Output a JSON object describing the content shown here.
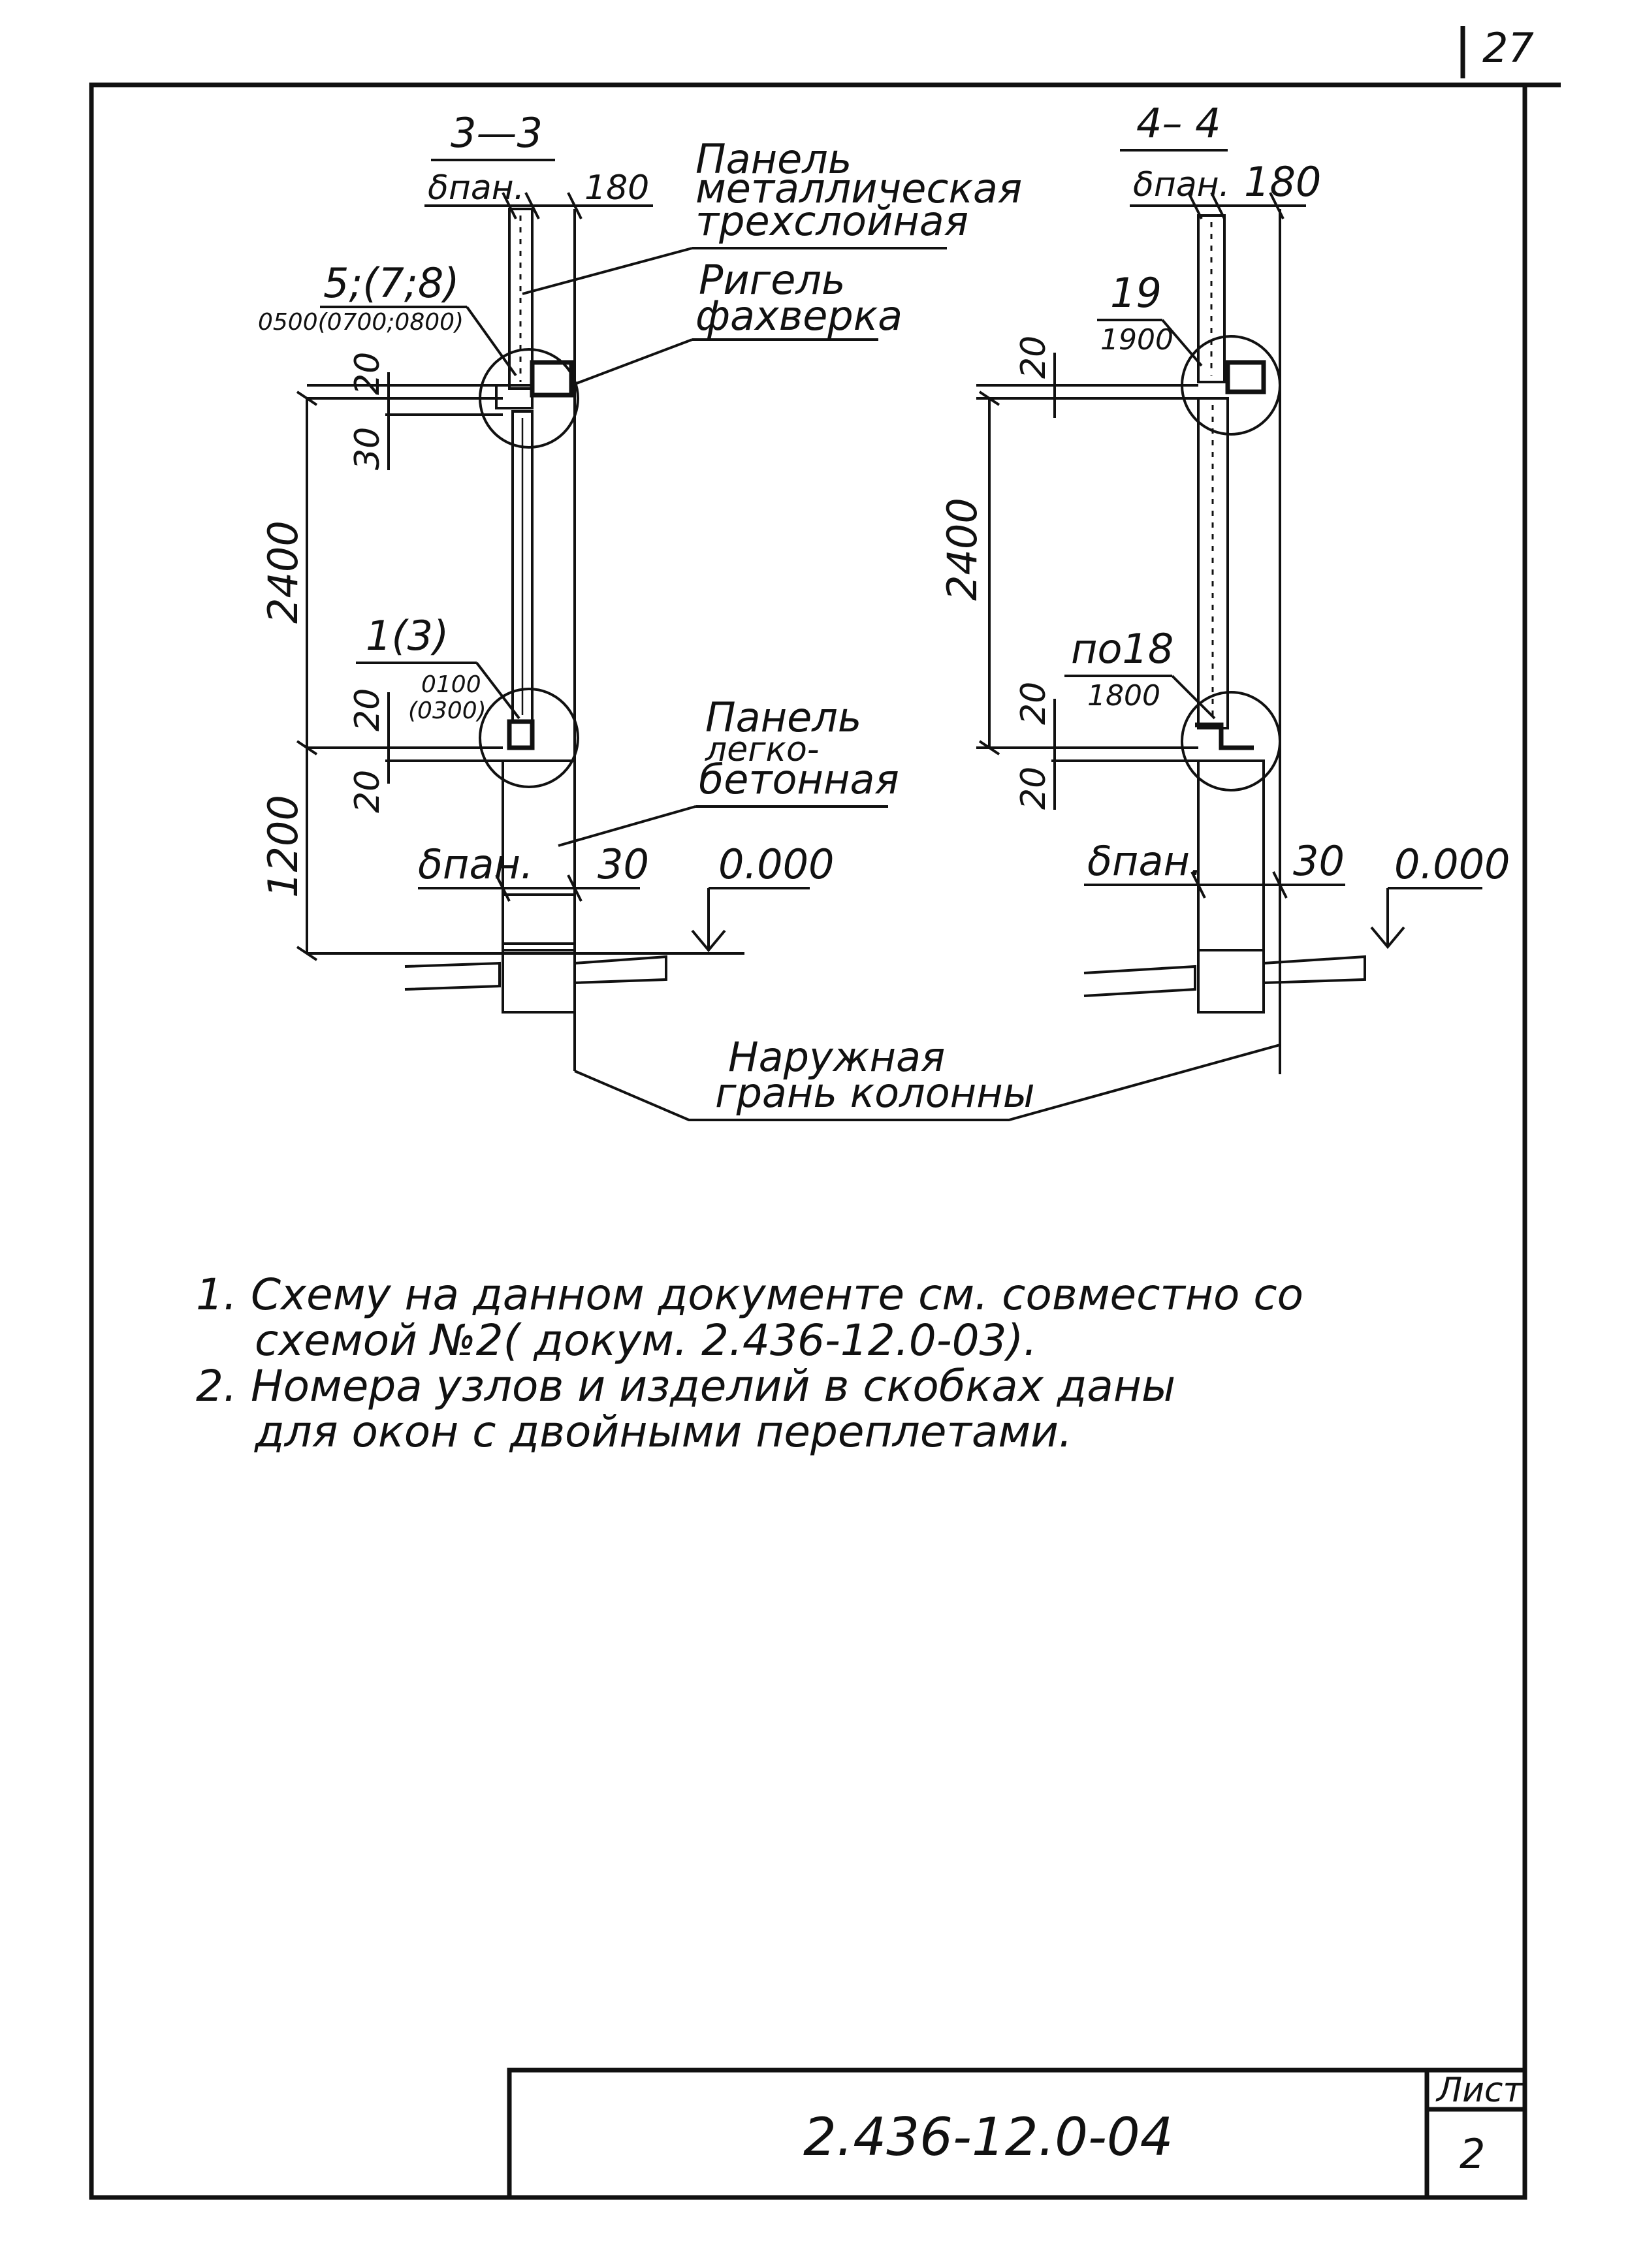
{
  "sheet_number": "27",
  "section_left": {
    "title": "3—3",
    "d_pan_top": "δпан.",
    "offset_top": "180",
    "panel_metal": [
      "Панель",
      "металлическая",
      "трехслойная"
    ],
    "node_top": "5;(7;8)",
    "node_top_code": "0500(0700;0800)",
    "rigel": [
      "Ригель",
      "фахверка"
    ],
    "dim_20a": "20",
    "dim_30": "30",
    "dim_2400": "2400",
    "node_bottom": "1(3)",
    "node_bottom_code": [
      "0100",
      "(0300)"
    ],
    "dim_20b": "20",
    "dim_20c": "20",
    "panel_light": [
      "Панель",
      "легко-",
      "бетонная"
    ],
    "dim_1200": "1200",
    "d_pan_bottom": "δпан.",
    "offset_bottom": "30",
    "level": "0.000"
  },
  "section_right": {
    "title": "4– 4",
    "d_pan_top": "δпан.",
    "offset_top": "180",
    "node_top": "19",
    "node_top_code": "1900",
    "dim_20a": "20",
    "dim_2400": "2400",
    "node_bottom": "по18",
    "node_bottom_code": "1800",
    "dim_20b": "20",
    "dim_20c": "20",
    "d_pan_bottom": "δпан.",
    "offset_bottom": "30",
    "level": "0.000"
  },
  "outer_face": [
    "Наружная",
    "грань колонны"
  ],
  "notes": [
    "1. Схему на данном документе см. совместно со",
    "схемой №2( докум. 2.436-12.0-03).",
    "2. Номера узлов и изделий в скобках даны",
    "для окон с двойными переплетами."
  ],
  "title_block": {
    "doc_code": "2.436-12.0-04",
    "sheet_label": "Лист",
    "sheet_no": "2"
  }
}
